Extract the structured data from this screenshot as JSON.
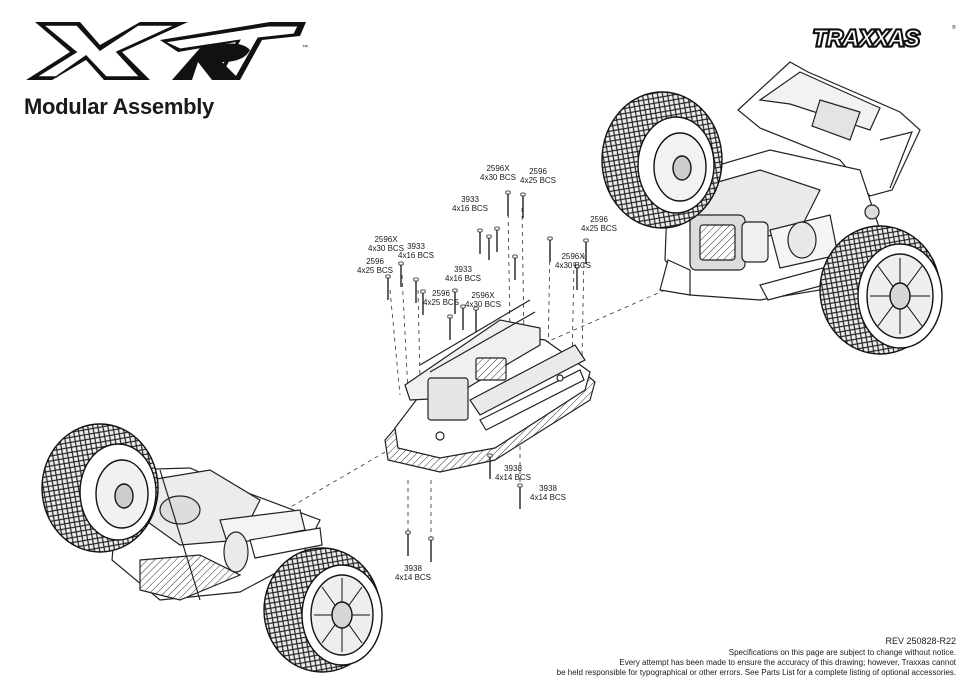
{
  "header": {
    "product_logo_text": "XRT",
    "brand_logo_text": "TRAXXAS",
    "page_title": "Modular Assembly"
  },
  "callouts": [
    {
      "part": "2596X",
      "size": "4x30 BCS"
    },
    {
      "part": "2596",
      "size": "4x25 BCS"
    },
    {
      "part": "3933",
      "size": "4x16 BCS"
    },
    {
      "part": "2596X",
      "size": "4x30 BCS"
    },
    {
      "part": "3933",
      "size": "4x16 BCS"
    },
    {
      "part": "2596",
      "size": "4x25 BCS"
    },
    {
      "part": "3933",
      "size": "4x16 BCS"
    },
    {
      "part": "2596",
      "size": "4x25 BCS"
    },
    {
      "part": "2596X",
      "size": "4x30 BCS"
    },
    {
      "part": "2596",
      "size": "4x25 BCS"
    },
    {
      "part": "2596X",
      "size": "4x30 BCS"
    },
    {
      "part": "3938",
      "size": "4x14 BCS"
    },
    {
      "part": "3938",
      "size": "4x14 BCS"
    },
    {
      "part": "3938",
      "size": "4x14 BCS"
    }
  ],
  "footer": {
    "revision": "REV 250828-R22",
    "disclaimer_1": "Specifications on this page are subject to change without notice.",
    "disclaimer_2": "Every attempt has been made to ensure the accuracy of this drawing; however, Traxxas cannot",
    "disclaimer_3": "be held responsible for typographical or other errors. See Parts List for a complete listing of optional accessories."
  }
}
